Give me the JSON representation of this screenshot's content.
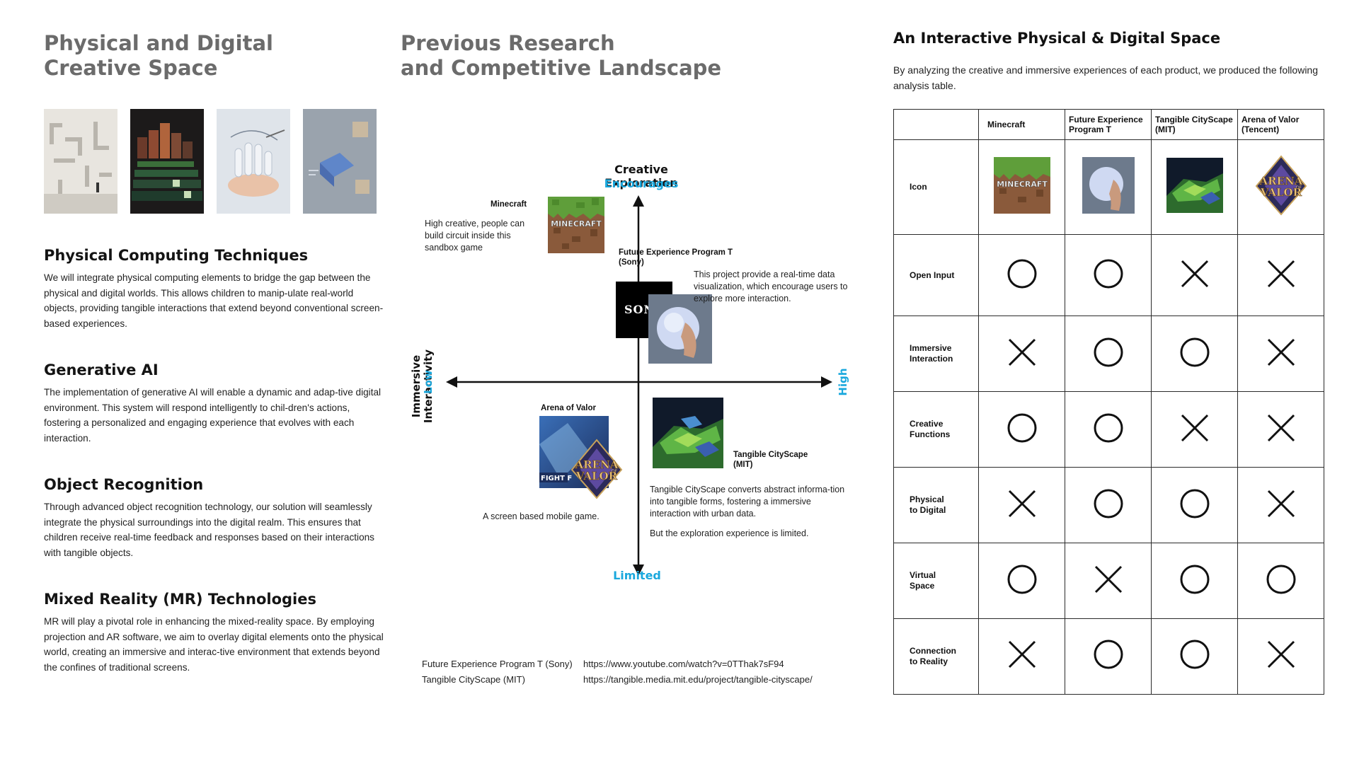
{
  "left": {
    "title_line1": "Physical and Digital",
    "title_line2": "Creative Space",
    "thumbnails": [
      "maze-room-image",
      "grid-blocks-image",
      "tangible-hand-image",
      "projection-cubes-image"
    ],
    "sections": [
      {
        "heading": "Physical Computing Techniques",
        "body": "We will integrate physical computing elements to bridge the gap between the physical and digital worlds. This allows children to manip-ulate real-world objects, providing tangible interactions that extend beyond conventional screen-based experiences."
      },
      {
        "heading": "Generative AI",
        "body": "The implementation of generative AI will enable a dynamic and adap-tive digital environment. This system will respond intelligently to chil-dren's actions, fostering a personalized and engaging experience that evolves with each interaction."
      },
      {
        "heading": "Object Recognition",
        "body": "Through advanced object recognition technology, our solution will seamlessly integrate the physical surroundings into the digital realm. This ensures that children receive real-time feedback and responses based on their interactions with tangible objects."
      },
      {
        "heading": "Mixed Reality (MR) Technologies",
        "body": "MR will play a pivotal role in enhancing the mixed-reality space. By employing projection and AR software, we aim to overlay digital elements onto the physical world, creating an immersive and interac-tive environment that extends beyond the confines of traditional screens."
      }
    ]
  },
  "middle": {
    "title_line1": "Previous Research",
    "title_line2": "and Competitive Landscape",
    "axes": {
      "top_title": "Creative Exploration",
      "top_value": "Encourages",
      "bottom_value": "Limited",
      "left_title_line1": "Immersive",
      "left_title_line2": "Interactivity",
      "left_value": "Low",
      "right_value": "High"
    },
    "products": {
      "minecraft": {
        "name": "Minecraft",
        "desc": "High creative, people can build circuit inside this sandbox game",
        "logo_text": "MINECRAFT"
      },
      "sony": {
        "name_line1": "Future Experience Program T",
        "name_line2": "(Sony)",
        "desc": "This project provide a real-time data visualization, which encourage users to explore more interaction.",
        "logo_text": "SONY"
      },
      "arena": {
        "name": "Arena of Valor",
        "desc": "A screen based mobile game.",
        "logo_line1": "ARENA",
        "logo_line2": "VALOR",
        "logo_of": "OF",
        "banner_text": "FIGHT F"
      },
      "tangible": {
        "name_line1": "Tangible CityScape",
        "name_line2": "(MIT)",
        "desc": "Tangible CityScape converts abstract informa-tion into tangible forms, fostering a immersive interaction with urban data.",
        "desc2": "But the exploration experience is limited."
      }
    },
    "references": [
      {
        "name": "Future Experience Program T (Sony)",
        "url": "https://www.youtube.com/watch?v=0TThak7sF94"
      },
      {
        "name": "Tangible CityScape (MIT)",
        "url": "https://tangible.media.mit.edu/project/tangible-cityscape/"
      }
    ]
  },
  "right": {
    "title": "An Interactive Physical & Digital Space",
    "intro": "By analyzing the creative and immersive experiences of each product, we produced the following analysis table.",
    "columns": [
      {
        "line1": "Minecraft",
        "line2": ""
      },
      {
        "line1": "Future Experience",
        "line2": "Program T"
      },
      {
        "line1": "Tangible CityScape",
        "line2": "(MIT)"
      },
      {
        "line1": "Arena of Valor",
        "line2": "(Tencent)"
      }
    ],
    "icon_row_label": "Icon",
    "rows": [
      {
        "line1": "Open Input",
        "line2": "",
        "marks": [
          "O",
          "O",
          "X",
          "X"
        ]
      },
      {
        "line1": "Immersive",
        "line2": "Interaction",
        "marks": [
          "X",
          "O",
          "O",
          "X"
        ]
      },
      {
        "line1": "Creative",
        "line2": "Functions",
        "marks": [
          "O",
          "O",
          "X",
          "X"
        ]
      },
      {
        "line1": "Physical",
        "line2": "to Digital",
        "marks": [
          "X",
          "O",
          "O",
          "X"
        ]
      },
      {
        "line1": "Virtual",
        "line2": "Space",
        "marks": [
          "O",
          "X",
          "O",
          "O"
        ]
      },
      {
        "line1": "Connection",
        "line2": "to Reality",
        "marks": [
          "X",
          "O",
          "O",
          "X"
        ]
      }
    ]
  },
  "colors": {
    "accent_cyan": "#1aa8dd",
    "title_gray": "#6b6b6b",
    "text": "#1a1a1a"
  }
}
